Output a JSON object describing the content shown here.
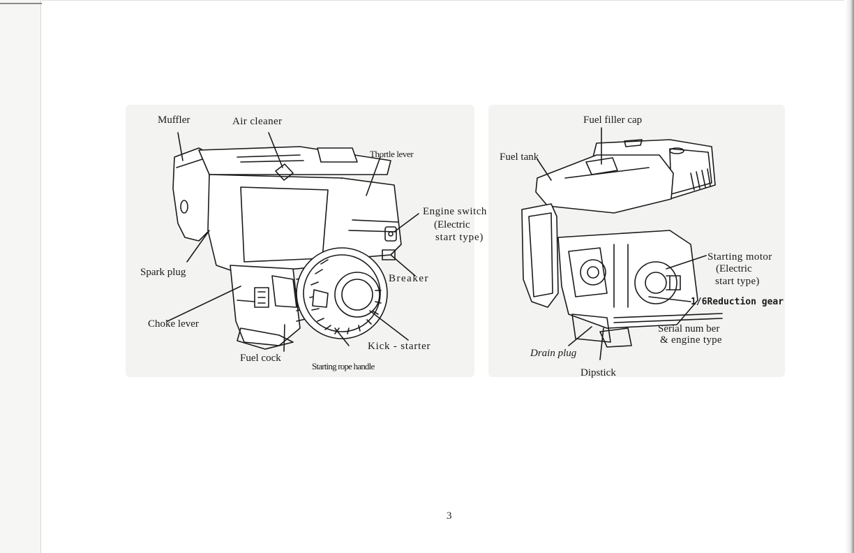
{
  "left_engine": {
    "labels": {
      "muffler": "Muffler",
      "air_cleaner": "Air cleaner",
      "throttle_lever": "Thortle lever",
      "engine_switch": "Engine switch",
      "engine_switch_note_1": "(Electric",
      "engine_switch_note_2": "start type)",
      "spark_plug": "Spark plug",
      "breaker": "Breaker",
      "choke_lever": "Choke lever",
      "kick_starter": "Kick - starter",
      "fuel_cock": "Fuel cock",
      "starting_rope_handle": "Starting rope handle"
    }
  },
  "right_engine": {
    "labels": {
      "fuel_filler_cap": "Fuel filler cap",
      "fuel_tank": "Fuel tank",
      "starting_motor": "Starting motor",
      "starting_motor_note_1": "(Electric",
      "starting_motor_note_2": "start type)",
      "reduction_gear": "1/6Reduction gear",
      "serial_number_1": "Serial num ber",
      "serial_number_2": "& engine type",
      "drain_plug": "Drain plug",
      "dipstick": "Dipstick"
    }
  },
  "page_number": "3"
}
